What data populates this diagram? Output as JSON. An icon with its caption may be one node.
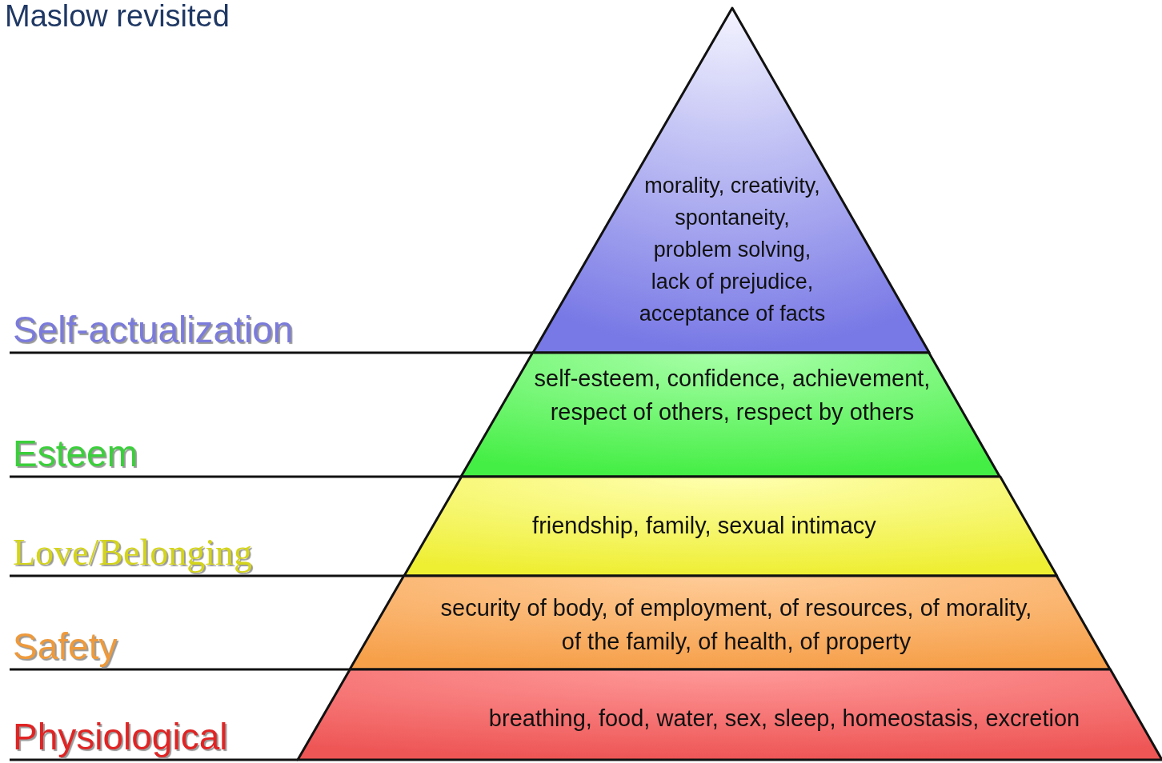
{
  "diagram": {
    "title": "Maslow revisited",
    "nodes": [
      {
        "text": [
          "morality, creativity, spontaneity, problem solving, lack of prejudice, acceptance of facts"
        ]
      },
      {
        "text": [
          "self-esteem, confidence, achievement, respect of others, respect by others"
        ]
      },
      {
        "text": [
          "friendship, family, sexual intimacy"
        ]
      },
      {
        "text": [
          "security of body, of employment, of resources, of morality, of the family, of health, of property"
        ]
      },
      {
        "text": [
          "breathing, food, water, sex, sleep, homeostasis, excretion"
        ]
      }
    ],
    "edges": [],
    "labels": [
      "Self-actualization",
      "Esteem",
      "Love/Belonging",
      "Safety",
      "Physiological"
    ]
  }
}
